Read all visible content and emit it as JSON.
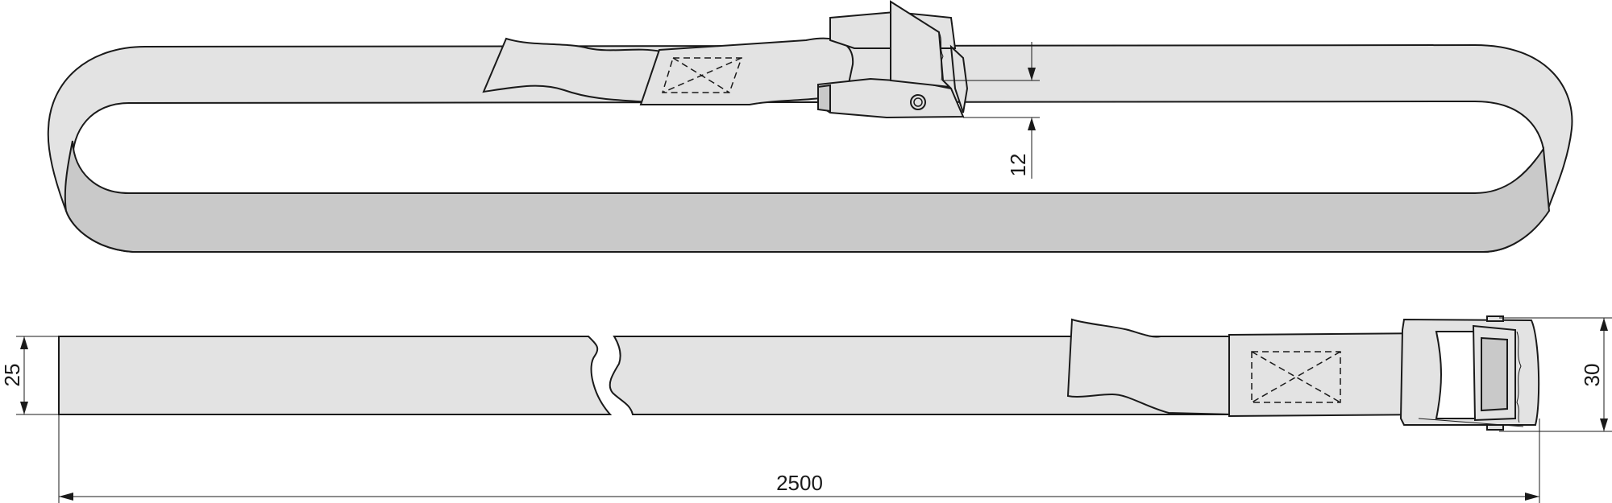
{
  "dimensions": {
    "buckle_height_top_view": "12",
    "strap_width": "25",
    "buckle_width": "30",
    "total_length": "2500"
  },
  "colors": {
    "strap": "#e3e3e3",
    "strap_shaded": "#c9c9c9",
    "line": "#1a1a1a"
  }
}
